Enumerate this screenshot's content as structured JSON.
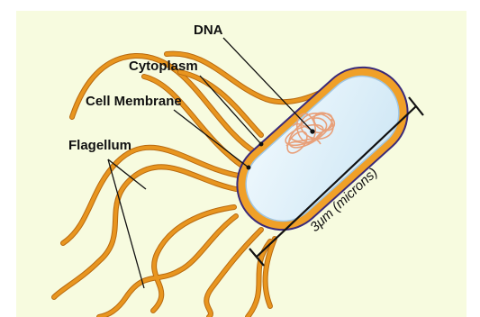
{
  "diagram": {
    "labels": {
      "dna": "DNA",
      "cytoplasm": "Cytoplasm",
      "cell_membrane": "Cell Membrane",
      "flagellum": "Flagellum",
      "scale": "3μm (microns)"
    },
    "colors": {
      "background": "#f7fbdf",
      "flagella": "#e8951f",
      "flagella_outline": "#b86a10",
      "membrane": "#f0a028",
      "membrane_outline": "#3a2a7a",
      "cytoplasm_fill": "#d9eef8",
      "cytoplasm_edge": "#9fc6e4",
      "dna_strand": "#e8a07a",
      "leader_line": "#111111"
    }
  }
}
